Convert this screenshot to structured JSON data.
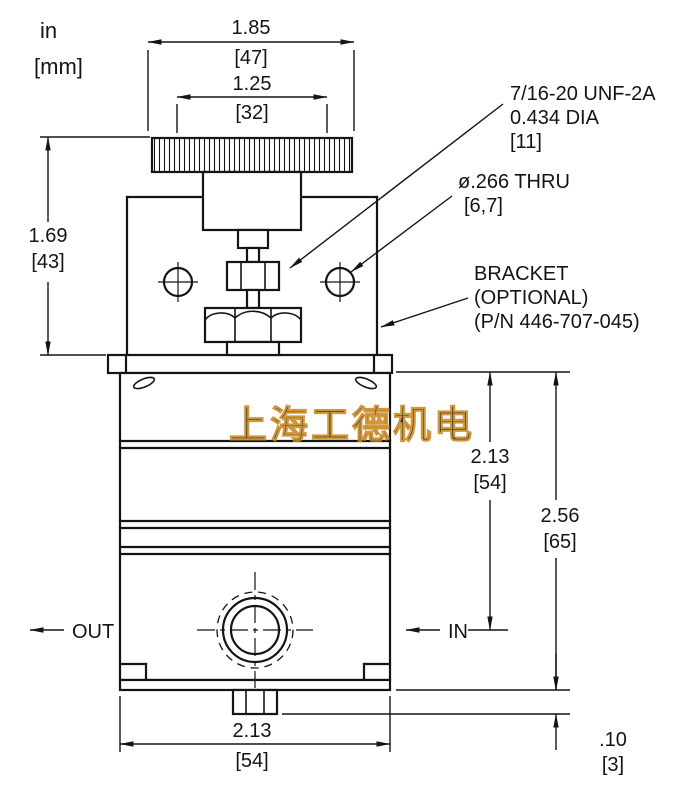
{
  "units": {
    "inches": "in",
    "millimeters": "[mm]"
  },
  "dims": {
    "knob_od": {
      "in": "1.85",
      "mm": "[47]"
    },
    "knob_hub": {
      "in": "1.25",
      "mm": "[32]"
    },
    "upper_height": {
      "in": "1.69",
      "mm": "[43]"
    },
    "top_to_port": {
      "in": "2.13",
      "mm": "[54]"
    },
    "body_height": {
      "in": "2.56",
      "mm": "[65]"
    },
    "body_width": {
      "in": "2.13",
      "mm": "[54]"
    },
    "fitting": {
      "in": ".10",
      "mm": "[3]"
    }
  },
  "callouts": {
    "thread": {
      "line1": "7/16-20 UNF-2A",
      "line2": "0.434 DIA",
      "line3": "[11]"
    },
    "hole": {
      "line1": "ø.266 THRU",
      "line2": "[6,7]"
    },
    "bracket": {
      "line1": "BRACKET",
      "line2": "(OPTIONAL)",
      "line3": "(P/N 446-707-045)"
    }
  },
  "flow": {
    "out": "OUT",
    "in": "IN"
  },
  "watermark": {
    "text": "上海工德机电",
    "color": "#f0a637"
  },
  "colors": {
    "line": "#141414",
    "background": "#ffffff"
  }
}
